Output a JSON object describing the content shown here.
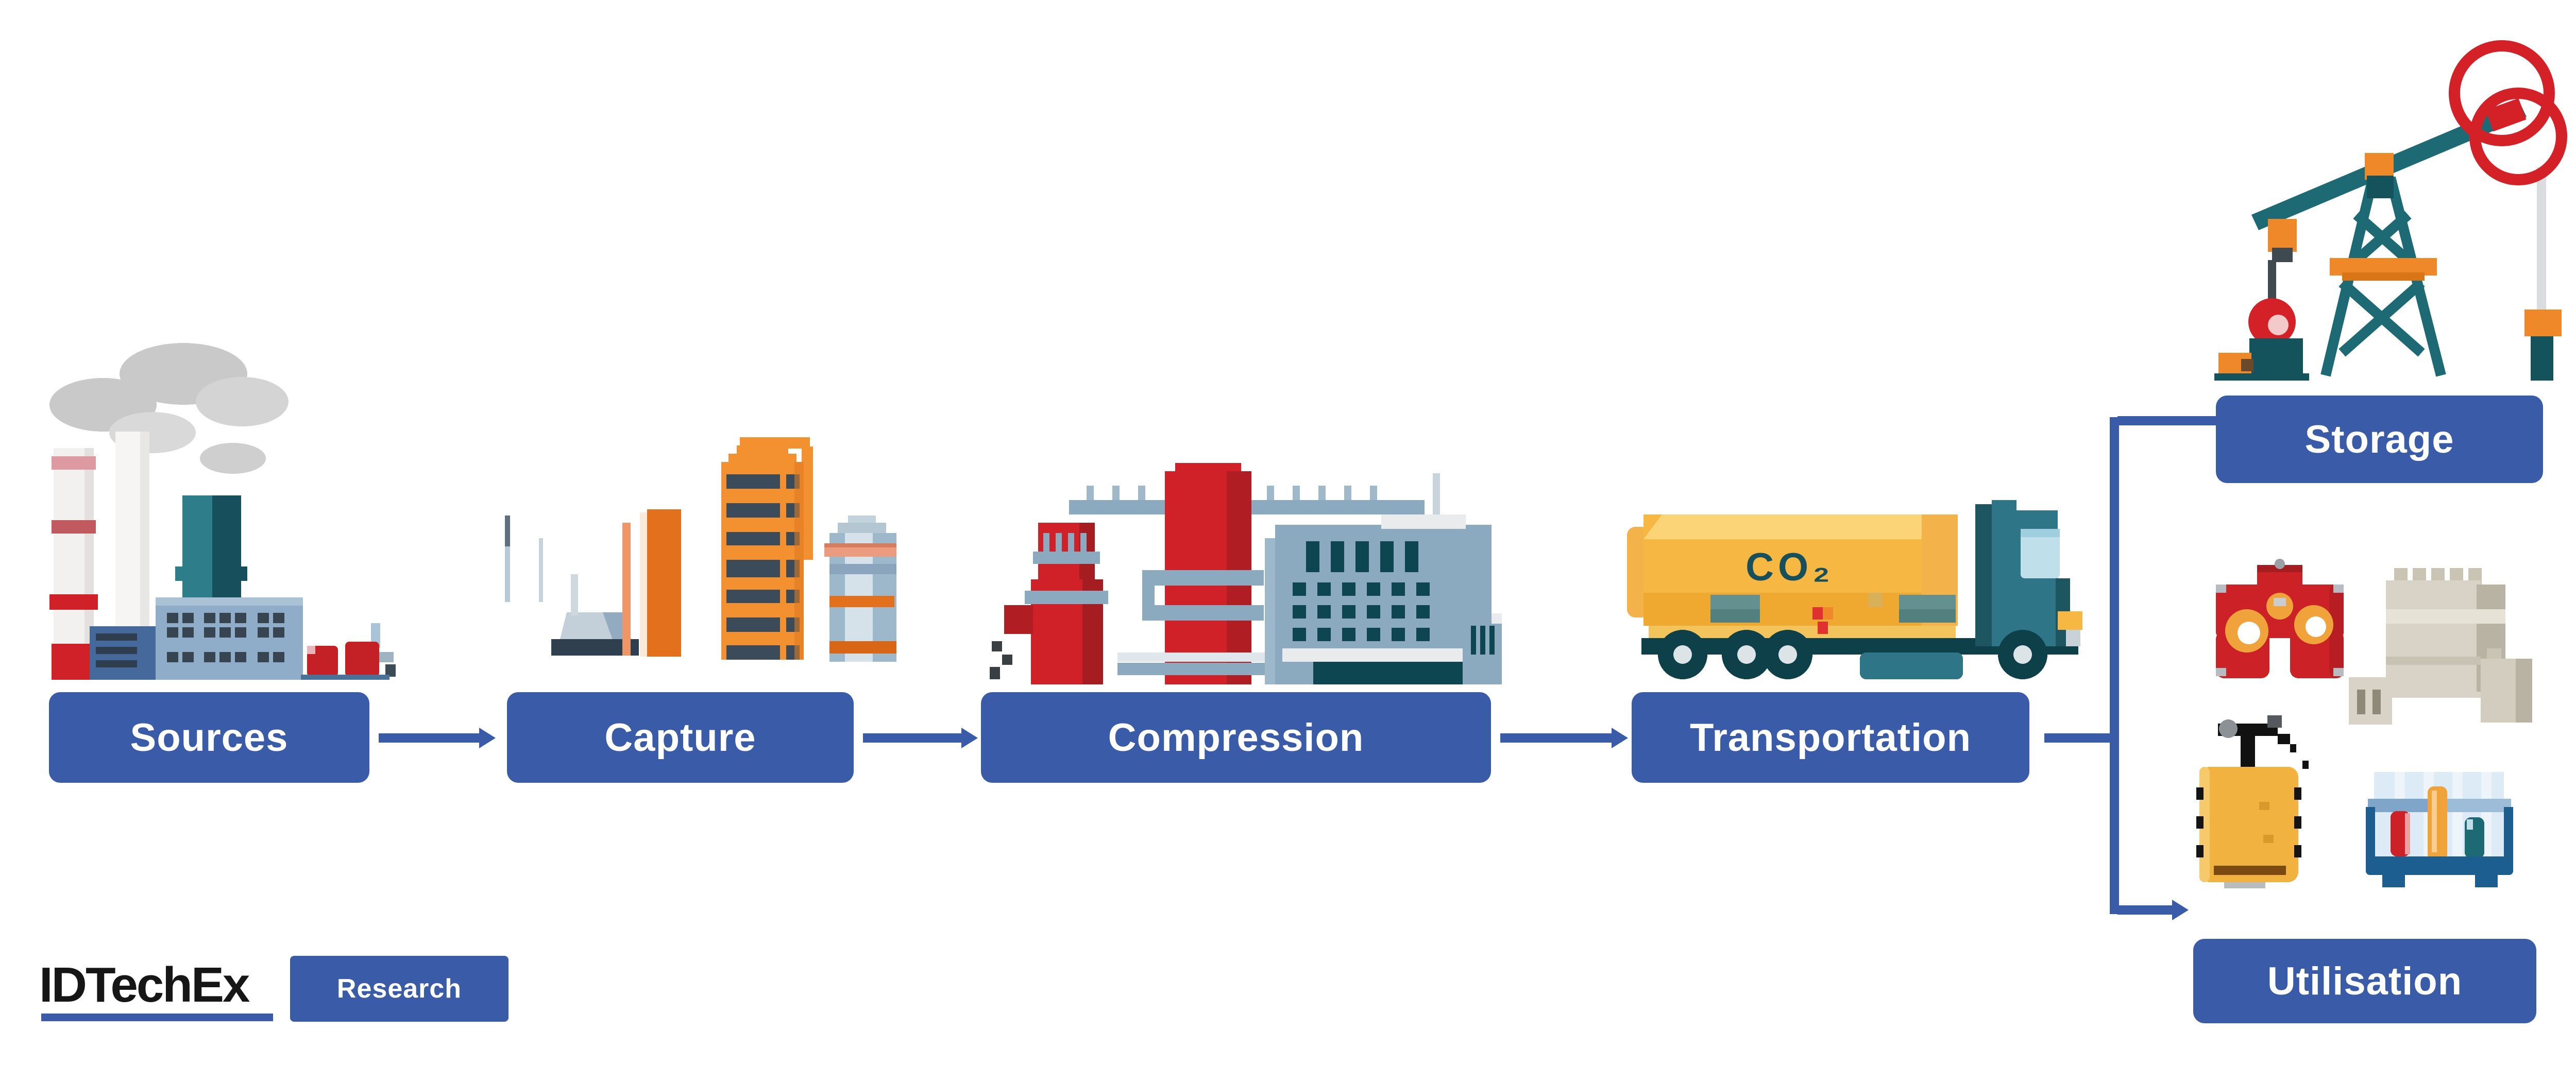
{
  "diagram": {
    "steps": [
      {
        "id": "sources",
        "label": "Sources"
      },
      {
        "id": "capture",
        "label": "Capture"
      },
      {
        "id": "compression",
        "label": "Compression"
      },
      {
        "id": "transportation",
        "label": "Transportation"
      }
    ],
    "branches": [
      {
        "id": "storage",
        "label": "Storage"
      },
      {
        "id": "utilisation",
        "label": "Utilisation"
      }
    ],
    "truck_label": "CO₂"
  },
  "footer": {
    "logo_text": "IDTechEx",
    "badge_text": "Research"
  },
  "icons": {
    "sources": "power-plant-with-smokestacks-icon",
    "capture": "capture-facility-icon",
    "compression": "compression-plant-icon",
    "transportation": "co2-tanker-truck-icon",
    "storage": "oil-pumpjack-icon",
    "utilisation": [
      "red-engine-icon",
      "concrete-blocks-icon",
      "fuel-canister-icon",
      "test-tube-rack-icon"
    ]
  },
  "palette": {
    "node_blue": "#3a5ba7",
    "logo_black": "#161616",
    "smoke_gray": "#c9c9c9",
    "chimney_red": "#cf2127",
    "teal": "#2e7d8a",
    "teal_dark": "#174f5c",
    "building_gray_blue": "#8ba9bf",
    "orange": "#f39030",
    "orange_dark": "#e2701d",
    "amber": "#f6b843",
    "window_slate": "#3b4b5a",
    "window_teal": "#0d4550",
    "beige": "#d8d3c6",
    "rack_blue": "#1b5e8f"
  }
}
